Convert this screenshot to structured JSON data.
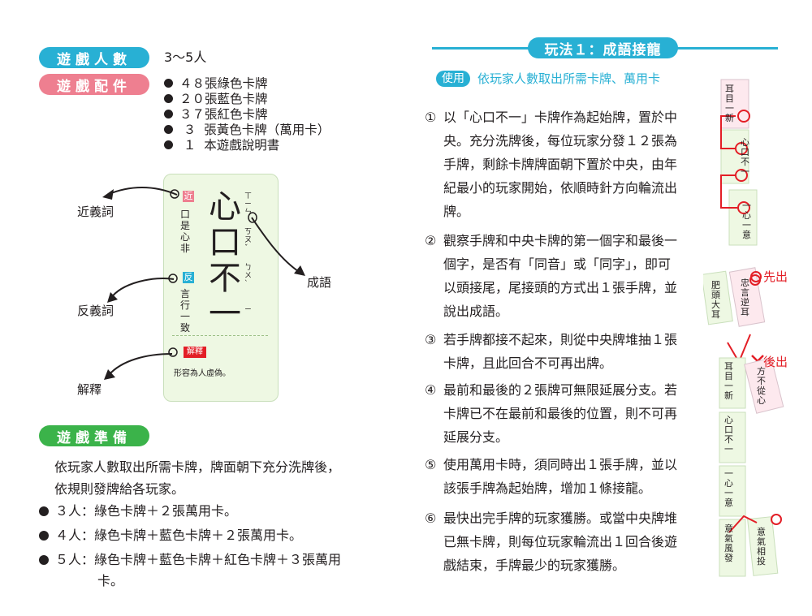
{
  "left": {
    "players_pill": "遊戲人數",
    "players_value": "3～5人",
    "components_pill": "遊戲配件",
    "components": [
      "４８張綠色卡牌",
      "２０張藍色卡牌",
      "３７張紅色卡牌",
      " ３  張黃色卡牌（萬用卡）",
      " １  本遊戲說明書"
    ],
    "card": {
      "idiom_chars": [
        "心",
        "口",
        "不",
        "一"
      ],
      "zhuyin": [
        "ㄒㄧㄣ",
        "ㄎㄡˇ",
        "ㄅㄨˋ",
        "ㄧ"
      ],
      "synonym_badge": "近",
      "synonym_text": "口是心非",
      "antonym_badge": "反",
      "antonym_text": "言行一致",
      "explain_badge": "解釋",
      "explain_text": "形容為人虛偽。"
    },
    "callouts": {
      "synonym": "近義詞",
      "antonym": "反義詞",
      "explanation": "解釋",
      "idiom": "成語"
    },
    "prep_pill": "遊戲準備",
    "prep_text": [
      "依玩家人數取出所需卡牌，牌面朝下充分洗牌後，",
      "依規則發牌給各玩家。"
    ],
    "prep_items": [
      "３人：綠色卡牌＋２張萬用卡。",
      "４人：綠色卡牌＋藍色卡牌＋２張萬用卡。",
      "５人：綠色卡牌＋藍色卡牌＋紅色卡牌＋３張萬用",
      "卡。"
    ]
  },
  "right": {
    "title": "玩法１：成語接龍",
    "use_badge": "使用",
    "use_text": "依玩家人數取出所需卡牌、萬用卡",
    "rules": [
      {
        "num": "①",
        "lines": [
          "以「心口不一」卡牌作為起始牌，置於中",
          "央。充分洗牌後，每位玩家分發１２張為",
          "手牌，剩餘卡牌牌面朝下置於中央，由年",
          "紀最小的玩家開始，依順時針方向輪流出",
          "牌。"
        ]
      },
      {
        "num": "②",
        "lines": [
          "觀察手牌和中央卡牌的第一個字和最後一",
          "個字，是否有「同音」或「同字」，即可",
          "以頭接尾，尾接頭的方式出１張手牌，並",
          "說出成語。"
        ]
      },
      {
        "num": "③",
        "lines": [
          "若手牌都接不起來，則從中央牌堆抽１張",
          "卡牌，且此回合不可再出牌。"
        ]
      },
      {
        "num": "④",
        "lines": [
          "最前和最後的２張牌可無限延展分支。若",
          "卡牌已不在最前和最後的位置，則不可再",
          "延展分支。"
        ]
      },
      {
        "num": "⑤",
        "lines": [
          "使用萬用卡時，須同時出１張手牌，並以",
          "該張手牌為起始牌，增加１條接龍。"
        ]
      },
      {
        "num": "⑥",
        "lines": [
          "最快出完手牌的玩家獲勝。或當中央牌堆",
          "已無卡牌，則每位玩家輪流出１回合後遊",
          "戲結束，手牌最少的玩家獲勝。"
        ]
      }
    ],
    "illus": {
      "first_label": "先出",
      "later_label": "後出",
      "cards_top": [
        "耳目一新",
        "心口不一",
        "一心一意"
      ],
      "cards_mid": [
        "肥頭大耳",
        "忠言逆耳"
      ],
      "cards_low": [
        "耳目一新",
        "心口不一",
        "一心一意",
        "意氣風發",
        "方不從心",
        "意氣相投"
      ]
    },
    "colors": {
      "accent_blue": "#28b0d4",
      "pink": "#ee7f90",
      "green": "#3bb34a",
      "red": "#e31e26"
    }
  }
}
